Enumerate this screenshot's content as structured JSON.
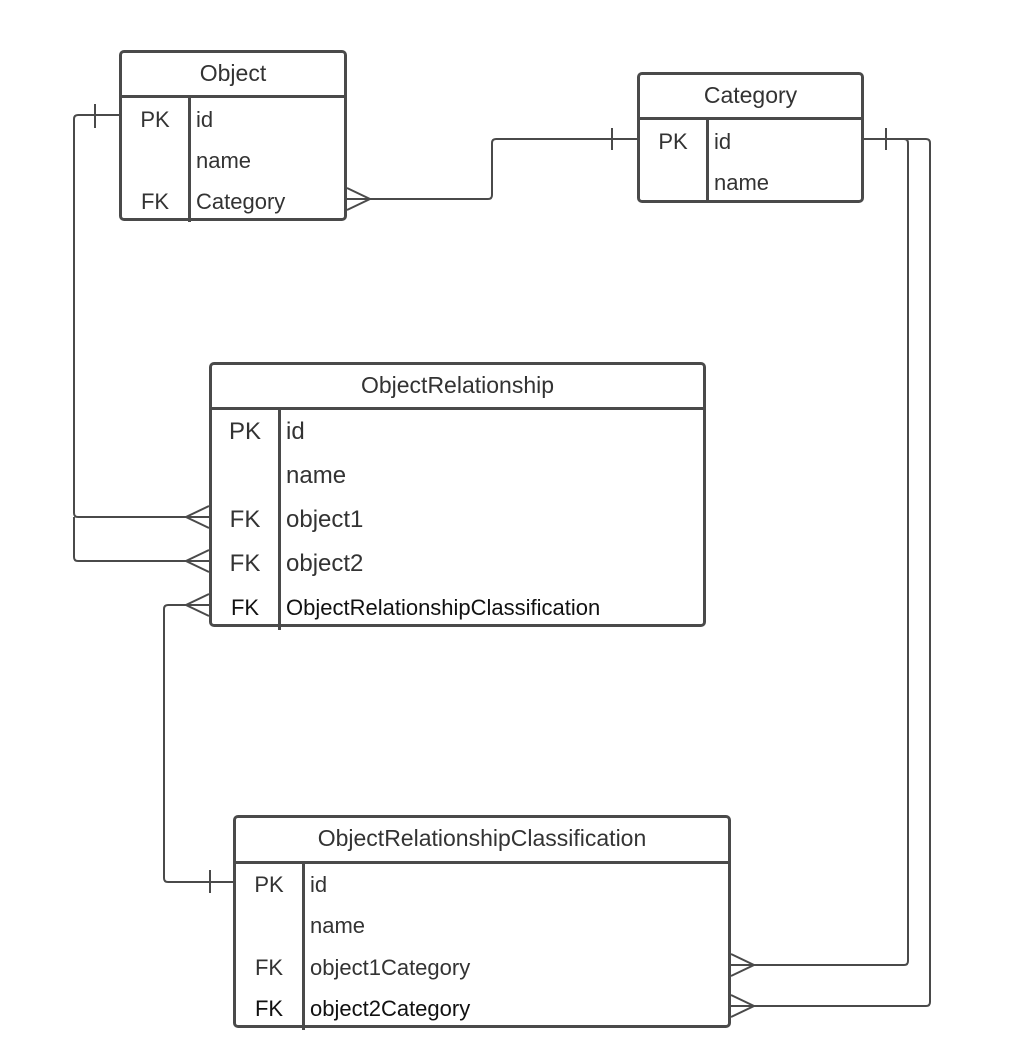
{
  "diagram": {
    "entities": [
      {
        "id": "object",
        "title": "Object",
        "rows": [
          {
            "key": "PK",
            "field": "id"
          },
          {
            "key": "",
            "field": "name"
          },
          {
            "key": "FK",
            "field": "Category"
          }
        ]
      },
      {
        "id": "category",
        "title": "Category",
        "rows": [
          {
            "key": "PK",
            "field": "id"
          },
          {
            "key": "",
            "field": "name"
          }
        ]
      },
      {
        "id": "object-relationship",
        "title": "ObjectRelationship",
        "rows": [
          {
            "key": "PK",
            "field": "id"
          },
          {
            "key": "",
            "field": "name"
          },
          {
            "key": "FK",
            "field": "object1"
          },
          {
            "key": "FK",
            "field": "object2"
          },
          {
            "key": "FK",
            "field": "ObjectRelationshipClassification"
          }
        ]
      },
      {
        "id": "object-relationship-classification",
        "title": "ObjectRelationshipClassification",
        "rows": [
          {
            "key": "PK",
            "field": "id"
          },
          {
            "key": "",
            "field": "name"
          },
          {
            "key": "FK",
            "field": "object1Category"
          },
          {
            "key": "FK",
            "field": "object2Category"
          }
        ]
      }
    ],
    "relationships": [
      {
        "from": "Object.Category",
        "to": "Category.id",
        "cardinality": "many-to-one"
      },
      {
        "from": "ObjectRelationship.object1",
        "to": "Object.id",
        "cardinality": "many-to-one"
      },
      {
        "from": "ObjectRelationship.object2",
        "to": "Object.id",
        "cardinality": "many-to-one"
      },
      {
        "from": "ObjectRelationship.ObjectRelationshipClassification",
        "to": "ObjectRelationshipClassification.id",
        "cardinality": "many-to-one"
      },
      {
        "from": "ObjectRelationshipClassification.object1Category",
        "to": "Category.id",
        "cardinality": "many-to-one"
      },
      {
        "from": "ObjectRelationshipClassification.object2Category",
        "to": "Category.id",
        "cardinality": "many-to-one"
      }
    ],
    "colors": {
      "stroke": "#4a4a4a",
      "text": "#333333",
      "background": "#ffffff"
    }
  }
}
